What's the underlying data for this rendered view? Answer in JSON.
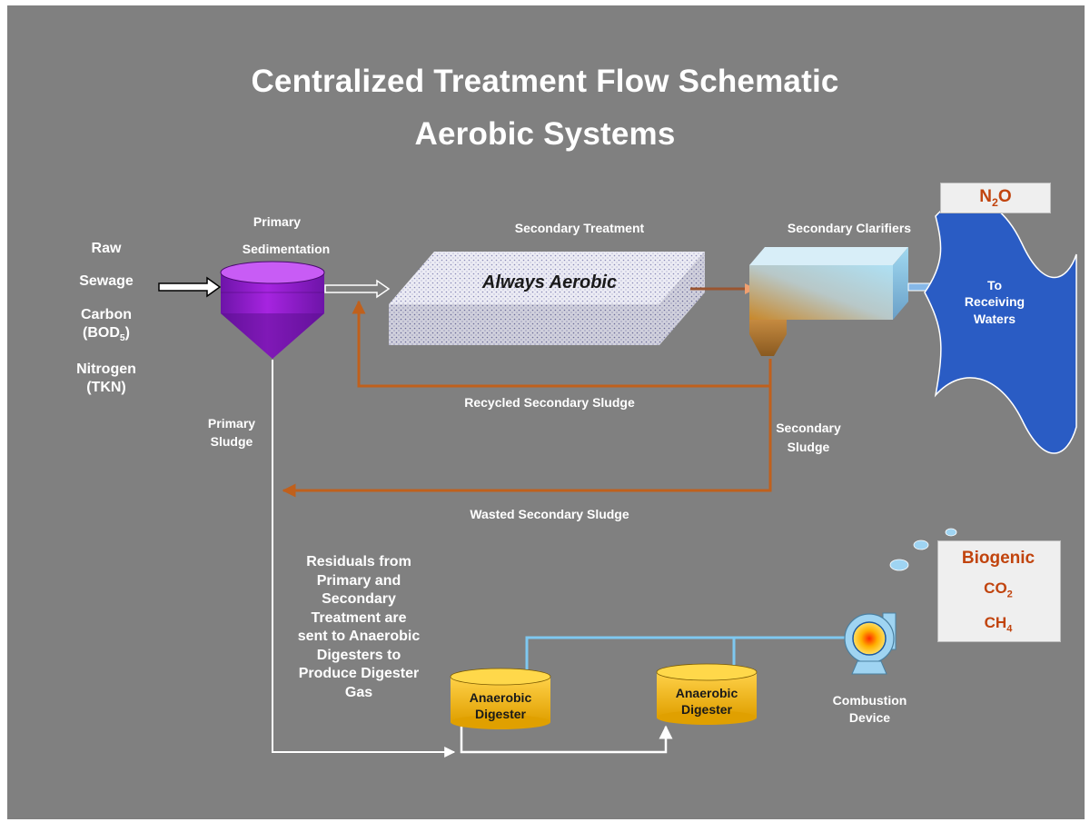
{
  "title": {
    "line1": "Centralized Treatment Flow Schematic",
    "line2": "Aerobic Systems"
  },
  "inputs": {
    "raw": "Raw",
    "sewage": "Sewage",
    "carbon": "Carbon",
    "bod_open": "(BOD",
    "bod_sub": "5",
    "bod_close": ")",
    "nitrogen": "Nitrogen",
    "tkn": "(TKN)"
  },
  "primary": {
    "line1": "Primary",
    "line2": "Sedimentation",
    "sludge1": "Primary",
    "sludge2": "Sludge"
  },
  "secondary_treatment": {
    "label": "Secondary Treatment",
    "basin_text": "Always Aerobic"
  },
  "clarifiers": {
    "label": "Secondary Clarifiers"
  },
  "receiving": {
    "line1": "To",
    "line2": "Receiving",
    "line3": "Waters"
  },
  "n2o": {
    "n": "N",
    "sub": "2",
    "o": "O"
  },
  "flows": {
    "recycled": "Recycled Secondary  Sludge",
    "secondary_sludge1": "Secondary",
    "secondary_sludge2": "Sludge",
    "wasted": "Wasted Secondary  Sludge"
  },
  "residuals": {
    "lines": [
      "Residuals from",
      "Primary and",
      "Secondary",
      "Treatment are",
      "sent to Anaerobic",
      "Digesters to",
      "Produce Digester",
      "Gas"
    ]
  },
  "digesters": [
    {
      "line1": "Anaerobic",
      "line2": "Digester"
    },
    {
      "line1": "Anaerobic",
      "line2": "Digester"
    }
  ],
  "combustion": {
    "line1": "Combustion",
    "line2": "Device"
  },
  "emissions": {
    "biogenic": "Biogenic",
    "co2_a": "CO",
    "co2_sub": "2",
    "ch4_a": "CH",
    "ch4_sub": "4"
  },
  "colors": {
    "background": "#808080",
    "sludge_line": "#c0601c",
    "gas_line": "#7ec8f0",
    "tank": "#a41cd6",
    "water": "#2a5cc4",
    "digester": "#f5b800",
    "emission_text": "#c1440e"
  }
}
